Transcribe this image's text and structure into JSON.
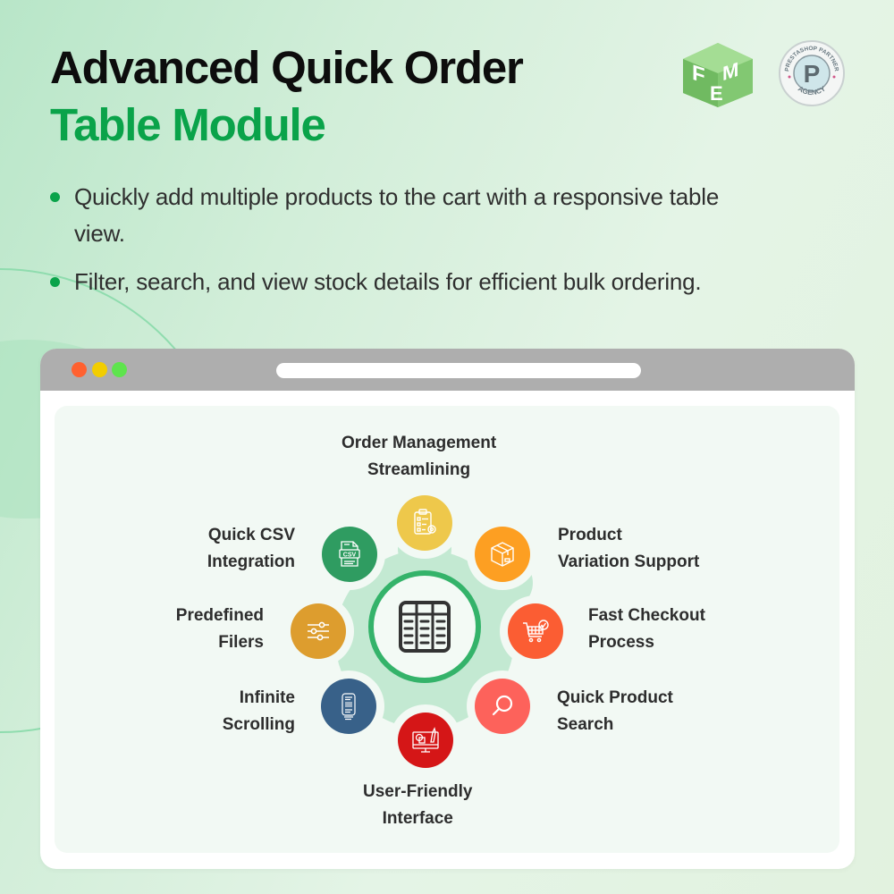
{
  "header": {
    "title_line1": "Advanced Quick Order",
    "title_line2": "Table Module",
    "title_color": "#0d0d0d",
    "accent_color": "#0aa34a"
  },
  "logos": {
    "fme": {
      "letters": [
        "F",
        "M",
        "E"
      ],
      "color": "#78c46b"
    },
    "prestashop_badge": {
      "top_text": "PRESTASHOP PARTNER",
      "bottom_text": "AGENCY",
      "letter": "P"
    }
  },
  "bullets": [
    {
      "text": "Quickly add multiple products to the cart with a responsive table view."
    },
    {
      "text": "Filter, search, and view stock details for efficient bulk ordering."
    }
  ],
  "browser": {
    "traffic_lights": [
      "#ff6130",
      "#f2cd00",
      "#5ee44d"
    ],
    "bar_color": "#aeaeae"
  },
  "diagram": {
    "hub_icon": "table-icon",
    "hub_ring_color": "#34b36a",
    "features": [
      {
        "id": "order-management",
        "line1": "Order Management",
        "line2": "Streamlining",
        "icon": "clipboard-gear-icon",
        "color": "#eec84b"
      },
      {
        "id": "product-variation",
        "line1": "Product",
        "line2": "Variation Support",
        "icon": "box-icon",
        "color": "#fd9f22"
      },
      {
        "id": "fast-checkout",
        "line1": "Fast Checkout",
        "line2": "Process",
        "icon": "cart-check-icon",
        "color": "#fb5d33"
      },
      {
        "id": "quick-search",
        "line1": "Quick Product",
        "line2": "Search",
        "icon": "search-icon",
        "color": "#fd625b"
      },
      {
        "id": "user-friendly",
        "line1": "User-Friendly",
        "line2": "Interface",
        "icon": "monitor-design-icon",
        "color": "#d51617"
      },
      {
        "id": "infinite-scrolling",
        "line1": "Infinite",
        "line2": "Scrolling",
        "icon": "scroll-document-icon",
        "color": "#386189"
      },
      {
        "id": "predefined-filters",
        "line1": "Predefined",
        "line2": "Filers",
        "icon": "sliders-icon",
        "color": "#dd9d2e"
      },
      {
        "id": "csv-integration",
        "line1": "Quick CSV",
        "line2": "Integration",
        "icon": "csv-file-icon",
        "color": "#2f9c61"
      }
    ]
  }
}
